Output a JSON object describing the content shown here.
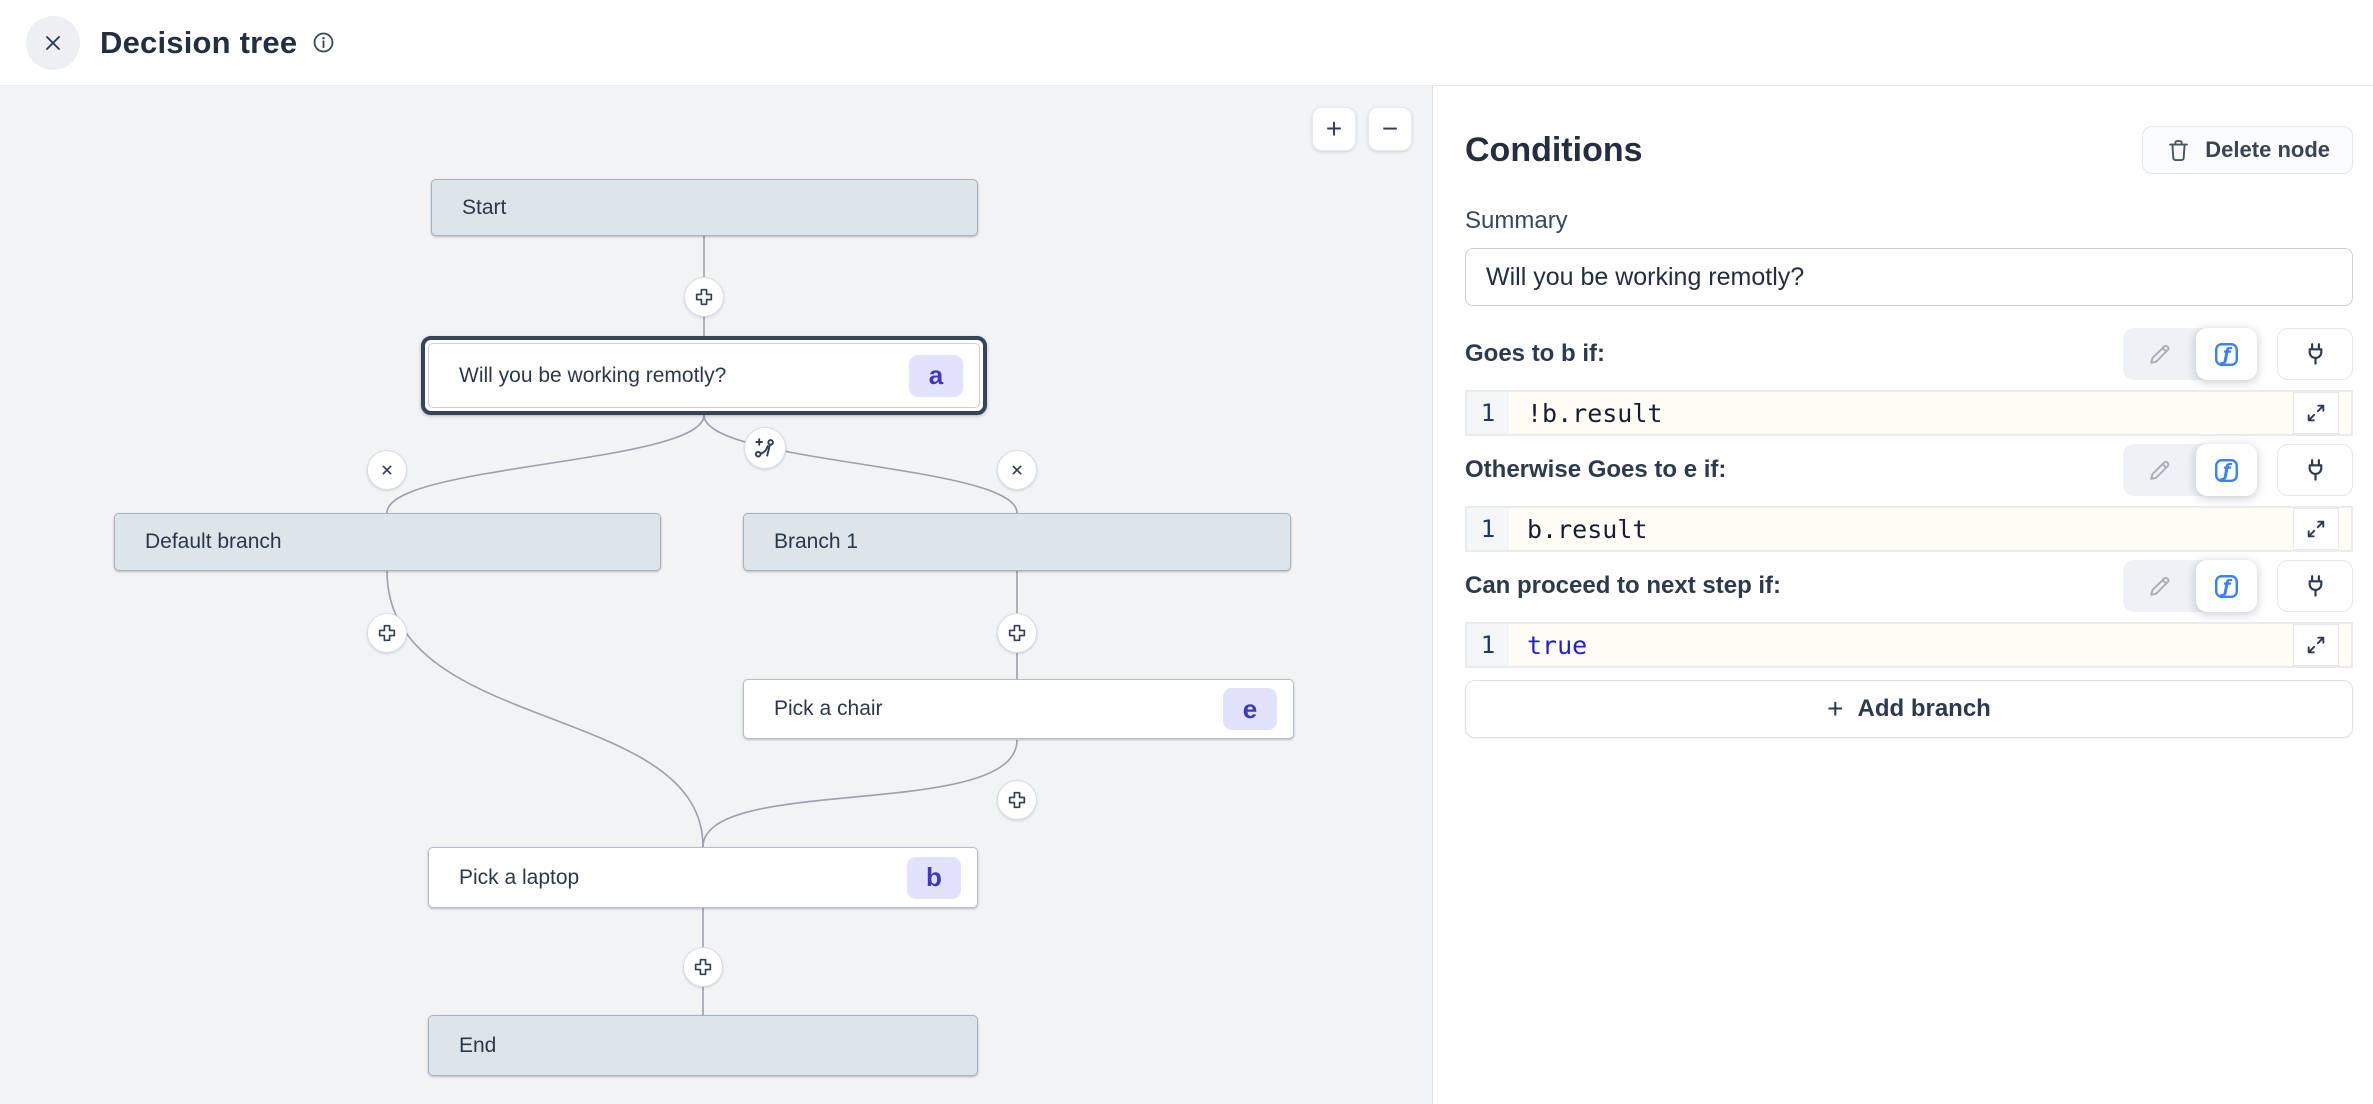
{
  "header": {
    "title": "Decision tree"
  },
  "icons": {
    "plus": "+",
    "minus": "−"
  },
  "canvas": {
    "zoom_in": "+",
    "zoom_out": "−",
    "nodes": [
      {
        "id": "start",
        "label": "Start"
      },
      {
        "id": "question",
        "label": "Will you be working remotly?",
        "badge": "a"
      },
      {
        "id": "default-branch",
        "label": "Default branch"
      },
      {
        "id": "branch-1",
        "label": "Branch 1"
      },
      {
        "id": "pick-chair",
        "label": "Pick a chair",
        "badge": "e"
      },
      {
        "id": "pick-laptop",
        "label": "Pick a laptop",
        "badge": "b"
      },
      {
        "id": "end",
        "label": "End"
      }
    ]
  },
  "panel": {
    "title": "Conditions",
    "delete_button": "Delete node",
    "summary_label": "Summary",
    "summary_value": "Will you be working remotly?",
    "sections": [
      {
        "label": "Goes to b if:",
        "line_number": "1",
        "code": "!b.result"
      },
      {
        "label": "Otherwise Goes to e if:",
        "line_number": "1",
        "code": "b.result"
      },
      {
        "label": "Can proceed to next step if:",
        "line_number": "1",
        "code": "true"
      }
    ],
    "add_branch_button": "Add branch"
  },
  "colors": {
    "navy": "#2d3a4e",
    "accent": "#3b82f6",
    "keyword": "#1f1fd8",
    "canvas-bg": "#f1f3f5",
    "node-gray": "#dde4ea",
    "edge": "#9ba1a9",
    "badge-bg": "#e0e3fb",
    "badge-text": "#4038c0"
  }
}
